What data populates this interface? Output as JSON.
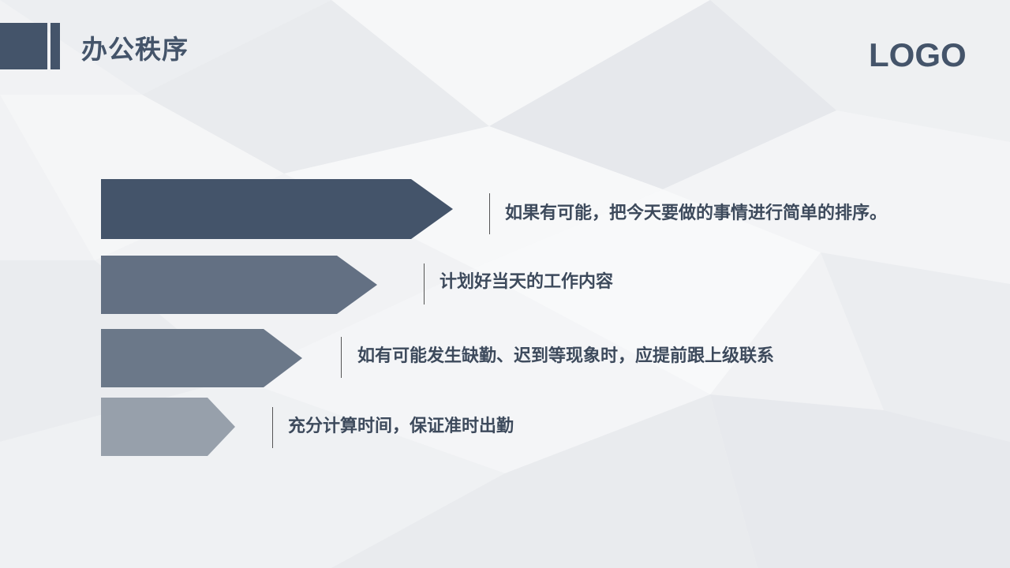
{
  "slide": {
    "title": "办公秩序",
    "logo": "LOGO",
    "accent_color": "#44546a"
  },
  "items": [
    {
      "text": "如果有可能，把今天要做的事情进行简单的排序。",
      "color": "#44546a"
    },
    {
      "text": "计划好当天的工作内容",
      "color": "#637083"
    },
    {
      "text": "如有可能发生缺勤、迟到等现象时，应提前跟上级联系",
      "color": "#6b7889"
    },
    {
      "text": "充分计算时间，保证准时出勤",
      "color": "#97a0ab"
    }
  ]
}
